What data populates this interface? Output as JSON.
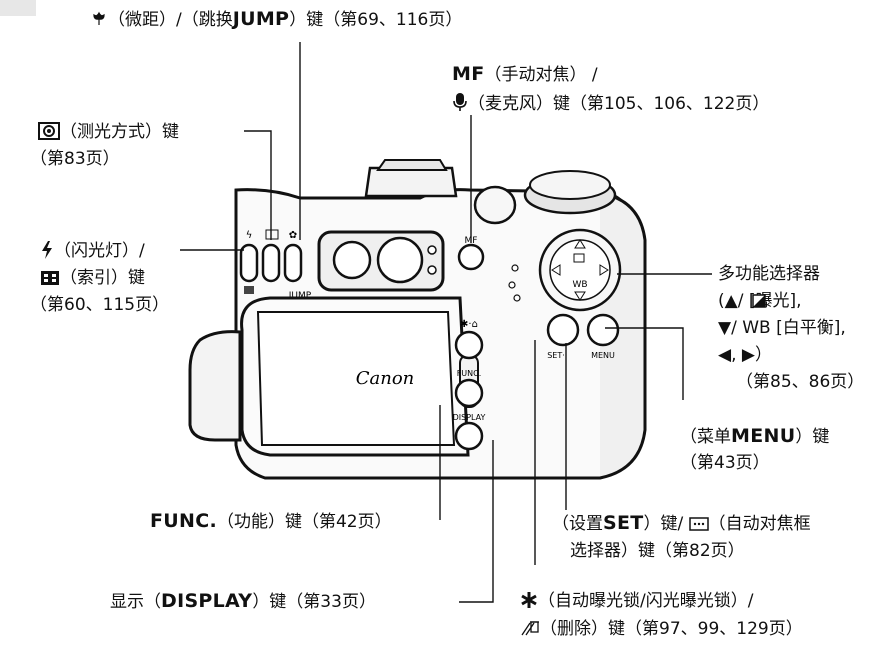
{
  "labels": {
    "macro": {
      "text1": "（微距）/（跳换",
      "bold": "JUMP",
      "text2": "）键（第69、116页）"
    },
    "mf": {
      "bold": "MF",
      "text1": "（手动对焦）  /",
      "text2": "（麦克风）键（第105、106、122页）"
    },
    "metering": {
      "text1": "（测光方式）键",
      "text2": "（第83页）"
    },
    "flash": {
      "text1": "（闪光灯）/",
      "text2": "（索引）键",
      "text3": "（第60、115页）"
    },
    "multi": {
      "line1": "多功能选择器",
      "line2": "(▲/   [曝光],",
      "line3": "▼/ WB [白平衡],",
      "line4": "◀,  ▶）",
      "line5": "（第85、86页）"
    },
    "menu": {
      "text1": "（菜单",
      "bold": "MENU",
      "text2": "）键",
      "text3": "（第43页）"
    },
    "func": {
      "bold": "FUNC.",
      "text": "（功能）键（第42页）"
    },
    "set": {
      "text1": "（设置",
      "bold": "SET",
      "text2": "）键/",
      "text3": "（自动对焦框",
      "text4": "选择器）键（第82页）"
    },
    "display": {
      "text1": "显示（",
      "bold": "DISPLAY",
      "text2": "）键（第33页）"
    },
    "ae_lock": {
      "text1": "（自动曝光锁/闪光曝光锁）/",
      "text2": "（删除）键（第97、99、129页）"
    }
  },
  "camera": {
    "brand": "Canon",
    "button_labels": {
      "jump": "JUMP",
      "mf": "MF",
      "set": "SET·",
      "menu": "MENU",
      "func": "FUNC.",
      "display": "DISPLAY",
      "wb": "WB"
    }
  }
}
